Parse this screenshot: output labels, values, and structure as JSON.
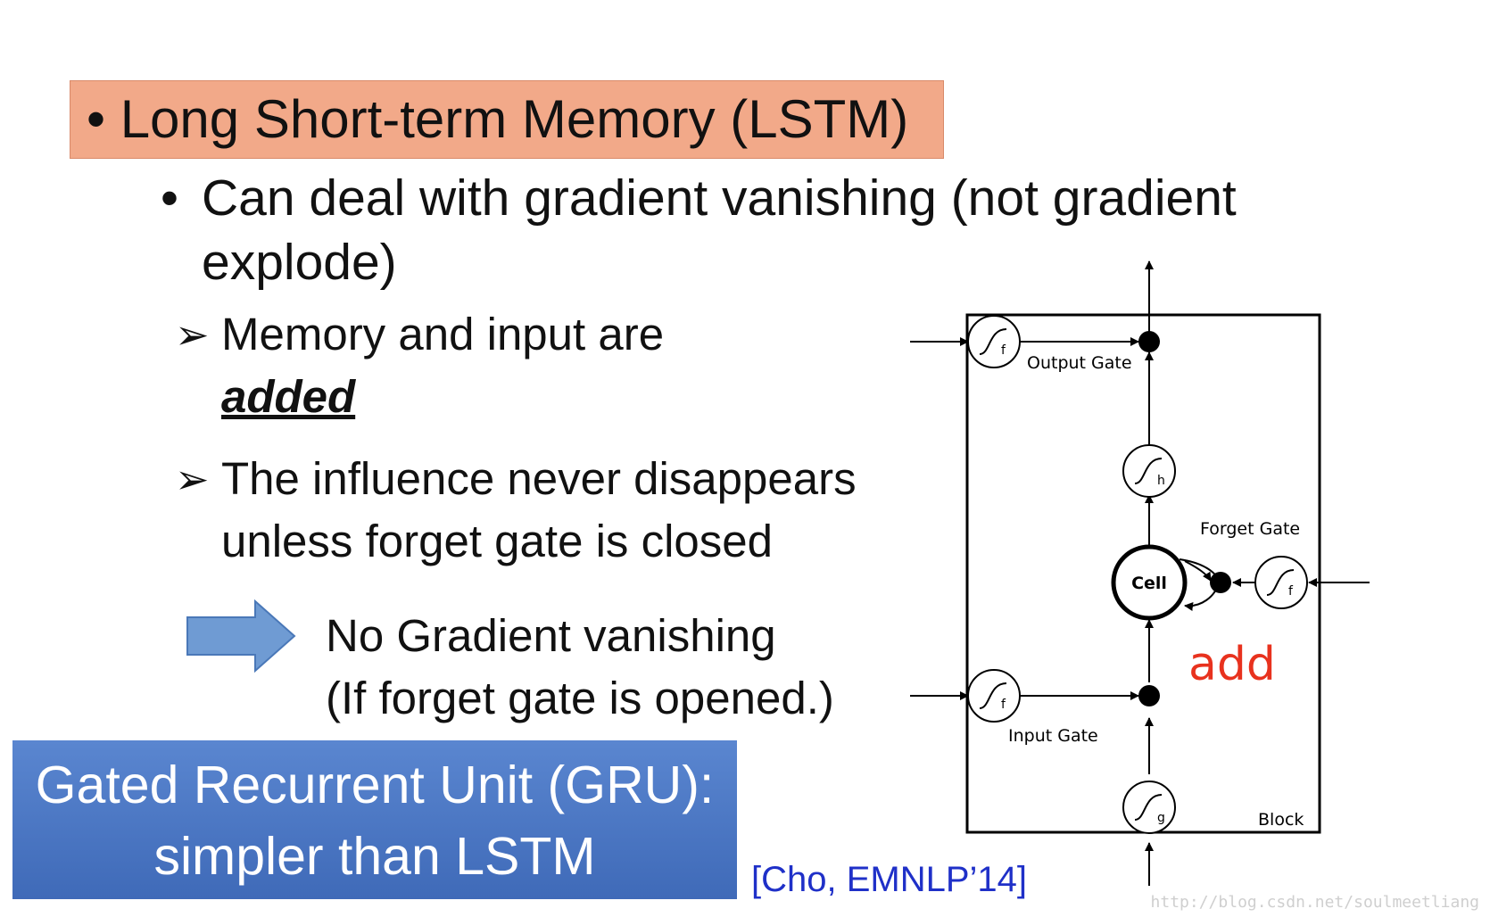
{
  "title": "Long Short-term Memory (LSTM)",
  "bullet_symbol": "•",
  "arrow_symbol": "➢",
  "bullets": {
    "main": "Can deal with gradient vanishing (not gradient explode)",
    "sub1_line1": "Memory and input are",
    "sub1_line2": "added",
    "sub2_line1": "The influence never disappears",
    "sub2_line2": "unless forget gate is closed"
  },
  "result": {
    "line1": "No Gradient vanishing",
    "line2": "(If forget gate is opened.)"
  },
  "gru": {
    "line1": "Gated Recurrent Unit (GRU):",
    "line2": "simpler than LSTM"
  },
  "citation": "[Cho, EMNLP’14]",
  "watermark": "http://blog.csdn.net/soulmeetliang",
  "diagram": {
    "output_gate_label": "Output Gate",
    "forget_gate_label": "Forget Gate",
    "input_gate_label": "Input Gate",
    "block_label": "Block",
    "cell_label": "Cell",
    "add_label": "add",
    "f_sub": "f",
    "h_sub": "h",
    "g_sub": "g",
    "add_color": "#e8321e"
  }
}
